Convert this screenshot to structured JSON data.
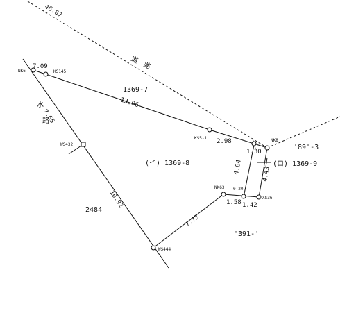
{
  "diagram": {
    "road_label": "道　路",
    "water_label": "水　路",
    "top_dimension": "46.07",
    "dims": {
      "d709": "7.09",
      "d1306": "13.06",
      "d765": "7.65",
      "d298": "2.98",
      "d130": "1.30",
      "d1092": "10.92",
      "d773": "7.73",
      "d464": "4.64",
      "d443": "4.43",
      "d158": "1.58",
      "d142": "1.42",
      "d020": "0.20"
    },
    "markers": {
      "nk6": "NK6",
      "ks145": "KS145",
      "ks51": "KS5-1",
      "nk8": "NK8",
      "ws432": "WS432",
      "nk63": "NK63",
      "xs36": "XS36",
      "ws444": "WS444"
    },
    "parcels": {
      "p1369_7": "1369-7",
      "p1369_8": "(イ) 1369-8",
      "p1369_9": "(ロ) 1369-9",
      "p369_3": "'89'-3",
      "p2484": "2484",
      "p391": "'391-'"
    }
  }
}
